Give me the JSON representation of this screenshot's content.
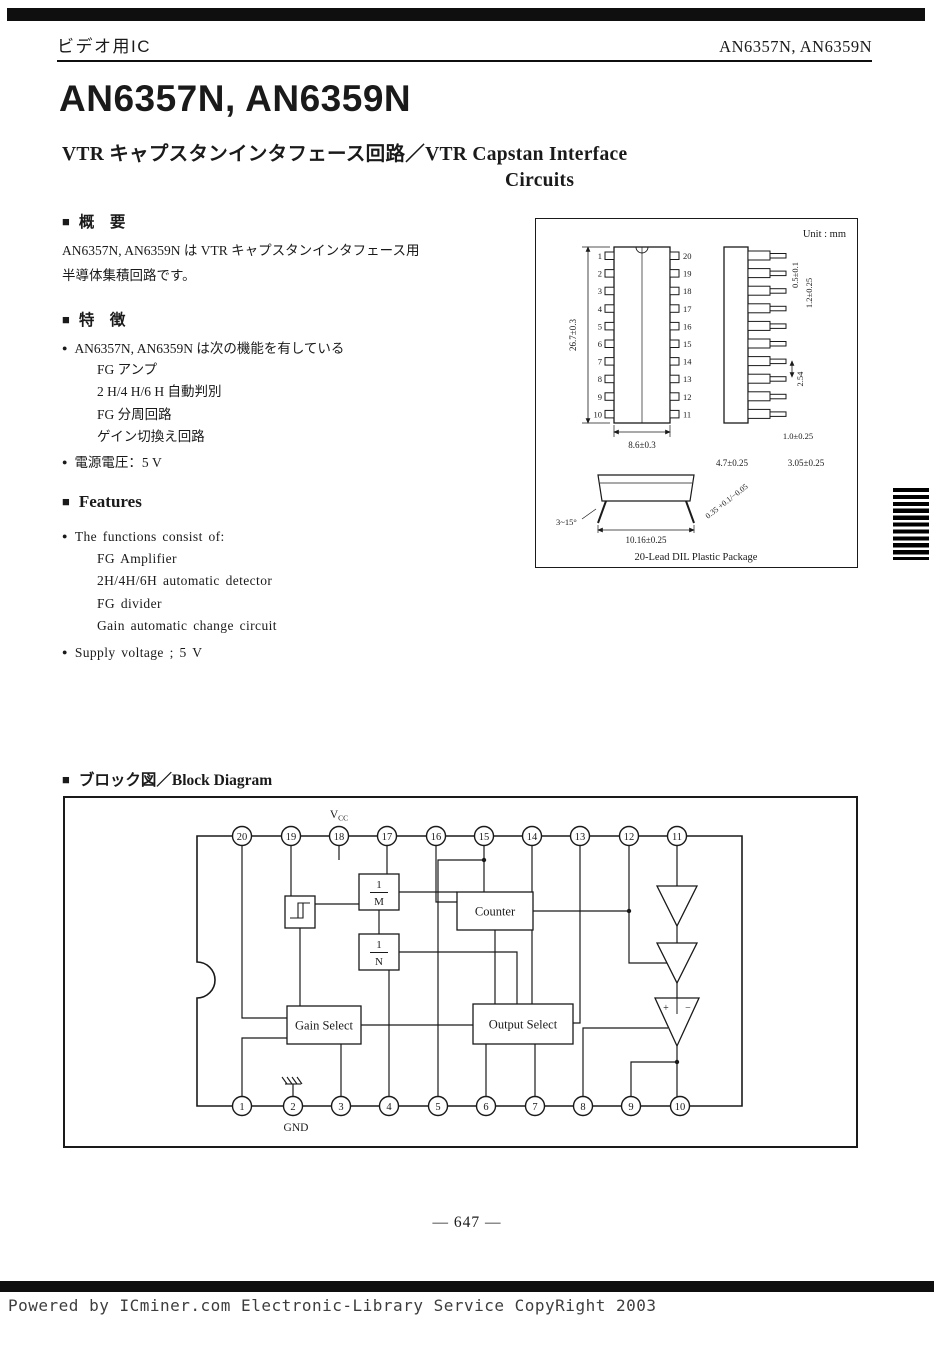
{
  "icons": {
    "square_bullet": "■",
    "dot_bullet": "●"
  },
  "page": {
    "header_left": "ビデオ用IC",
    "header_right": "AN6357N, AN6359N",
    "title": "AN6357N, AN6359N",
    "subtitle_line1": "VTR キャプスタンインタフェース回路／VTR Capstan Interface",
    "subtitle_line2": "Circuits",
    "page_number": "— 647 —",
    "footer": "Powered by ICminer.com Electronic-Library Service CopyRight 2003"
  },
  "overview": {
    "heading": "概　要",
    "line1": "AN6357N, AN6359N は VTR キャプスタンインタフェース用",
    "line2": "半導体集積回路です。"
  },
  "features_jp": {
    "heading": "特　徴",
    "bullet1": "AN6357N, AN6359N は次の機能を有している",
    "items": [
      "FG アンプ",
      "2 H/4 H/6 H 自動判別",
      "FG 分周回路",
      "ゲイン切換え回路"
    ],
    "bullet2": "電源電圧：5 V"
  },
  "features_en": {
    "heading": "Features",
    "bullet1": "The functions consist of:",
    "items": [
      "FG Amplifier",
      "2H/4H/6H automatic detector",
      "FG divider",
      "Gain automatic change circuit"
    ],
    "bullet2": "Supply voltage ; 5 V"
  },
  "package": {
    "unit_label": "Unit : mm",
    "caption": "20-Lead DIL Plastic Package",
    "left_pins": [
      "1",
      "2",
      "3",
      "4",
      "5",
      "6",
      "7",
      "8",
      "9",
      "10"
    ],
    "right_pins": [
      "20",
      "19",
      "18",
      "17",
      "16",
      "15",
      "14",
      "13",
      "12",
      "11"
    ],
    "dims": {
      "body_length": "26.7±0.3",
      "body_width": "8.6±0.3",
      "lead_thickness": "0.5±0.1",
      "lead_shoulder": "1.2±0.25",
      "lead_pitch": "2.54",
      "stand_off": "1.0±0.25",
      "body_height": "4.7±0.25",
      "seated_height": "3.05±0.25",
      "lead_angle": "3~15°",
      "row_spacing": "10.16±0.25",
      "lead_tip": "0.35 +0.1/−0.05"
    }
  },
  "block_diagram": {
    "heading": "ブロック図／Block Diagram",
    "vcc_base": "V",
    "vcc_sub": "CC",
    "gnd_label": "GND",
    "top_pins": [
      "20",
      "19",
      "18",
      "17",
      "16",
      "15",
      "14",
      "13",
      "12",
      "11"
    ],
    "bottom_pins": [
      "1",
      "2",
      "3",
      "4",
      "5",
      "6",
      "7",
      "8",
      "9",
      "10"
    ],
    "blocks": {
      "divider_m_num": "1",
      "divider_m_den": "M",
      "divider_n_num": "1",
      "divider_n_den": "N",
      "counter": "Counter",
      "gain_select": "Gain Select",
      "output_select": "Output Select",
      "amp_plus": "+",
      "amp_minus": "−"
    }
  }
}
